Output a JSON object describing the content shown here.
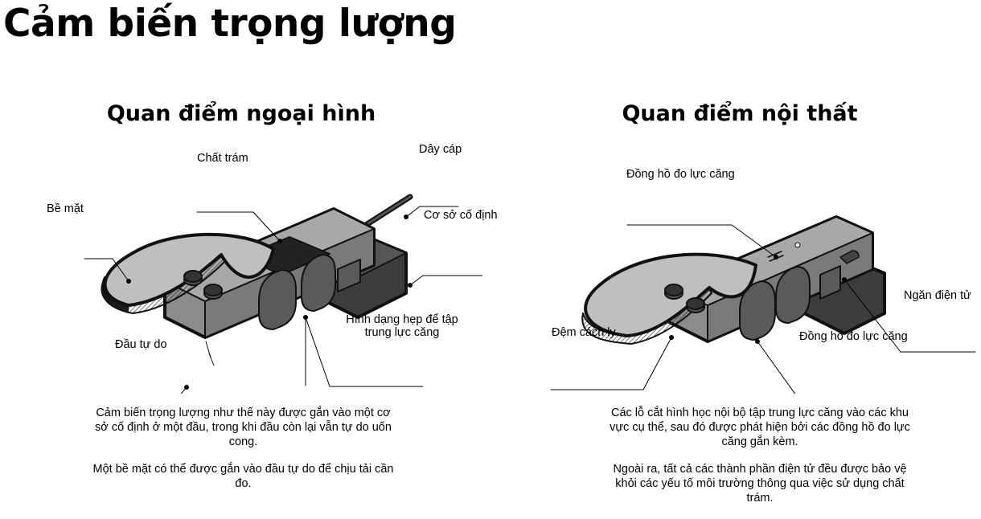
{
  "title": "Cảm biến trọng lượng",
  "panels": [
    {
      "heading": "Quan điểm ngoại hình",
      "labels": {
        "sealant": "Chất trám",
        "cable": "Dây cáp",
        "surface": "Bề mặt",
        "fixed_base": "Cơ sở cố định",
        "free_end": "Đầu tự do",
        "narrow_shape": "Hình dạng hẹp để tập trung lực căng"
      },
      "description": [
        "Cảm biến trọng lượng như thế này được gắn vào một cơ sở cố định ở một đầu, trong khi đầu còn lại vẫn tự do uốn cong.",
        "Một bề mặt có thể được gắn vào đầu tự do để chịu tải cần đo."
      ]
    },
    {
      "heading": "Quan điểm nội thất",
      "labels": {
        "strain_gauge_top": "Đồng hồ đo lực căng",
        "electronics_bay": "Ngăn điện tử",
        "isolation_pad": "Đệm cách ly",
        "strain_gauge_bottom": "Đồng hồ đo lực căng"
      },
      "description": [
        "Các lỗ cắt hình học nội bộ tập trung lực căng vào các khu vực cụ thể, sau đó được phát hiện bởi các đồng hồ đo lực căng gắn kèm.",
        "Ngoài ra, tất cả các thành phần điện tử đều được bảo vệ khỏi các yếu tố môi trường thông qua việc sử dụng chất trám."
      ]
    }
  ],
  "colors": {
    "plate": "#bfbfbf",
    "body": "#8c8c8c",
    "dark": "#3c3c3c",
    "outline": "#111111"
  }
}
